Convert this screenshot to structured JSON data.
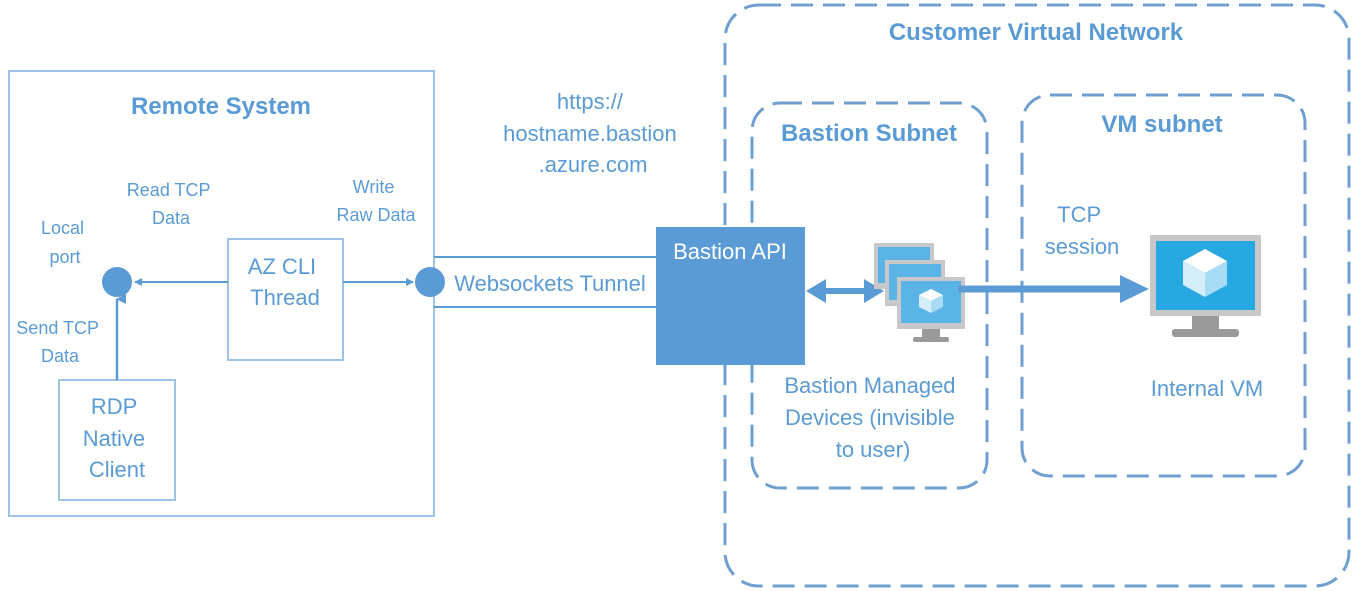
{
  "colors": {
    "accent": "#5b9bd5",
    "box_border": "#9dc3e6",
    "dashed_border": "#6f9fd1",
    "api_fill": "#5b9bd5",
    "monitor_frame": "#c8c8c8",
    "monitor_screen": "#27a8e0"
  },
  "remote_system": {
    "title": "Remote System",
    "read_tcp": [
      "Read TCP",
      "Data"
    ],
    "write_raw": [
      "Write",
      "Raw Data"
    ],
    "local_port": [
      "Local",
      "port"
    ],
    "send_tcp": [
      "Send TCP",
      "Data"
    ],
    "az_cli": [
      "AZ CLI",
      "Thread"
    ],
    "rdp_client": [
      "RDP",
      "Native",
      "Client"
    ]
  },
  "url": [
    "https://",
    "hostname.bastion",
    ".azure.com"
  ],
  "tunnel_label": "Websockets Tunnel",
  "bastion_api": "Bastion API",
  "customer_network": {
    "title": "Customer Virtual Network",
    "bastion_subnet": {
      "title": "Bastion Subnet",
      "devices_label": [
        "Bastion Managed",
        "Devices (invisible",
        "to user)"
      ],
      "icon": "vm-stack-icon"
    },
    "vm_subnet": {
      "title": "VM subnet",
      "tcp_session": [
        "TCP",
        "session"
      ],
      "vm_label": "Internal VM",
      "icon": "vm-monitor-icon"
    }
  }
}
